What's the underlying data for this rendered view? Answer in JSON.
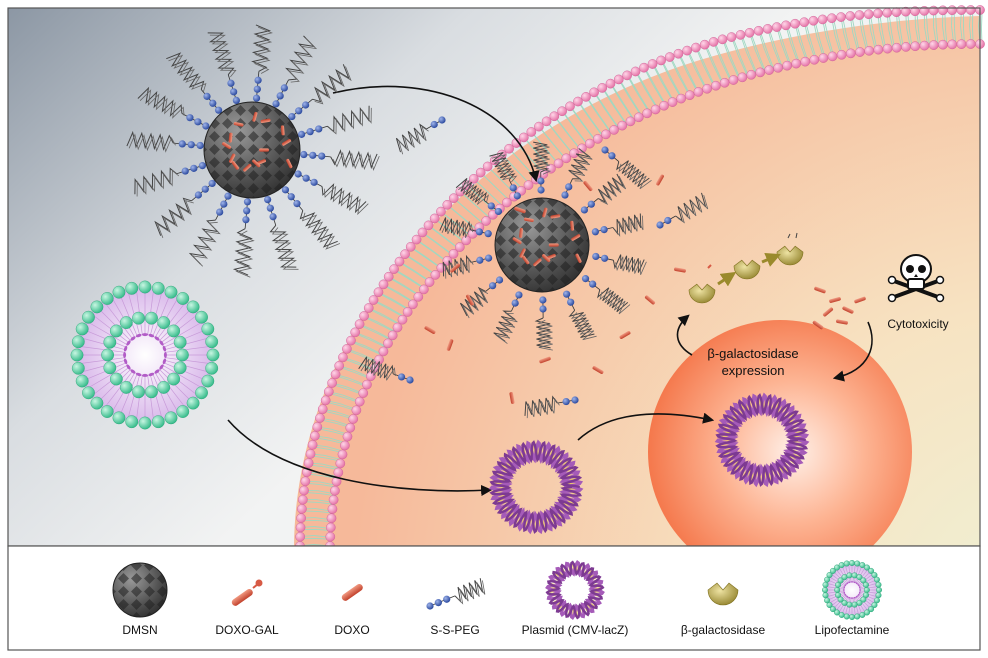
{
  "labels": {
    "beta_gal_expression_line1": "β-galactosidase",
    "beta_gal_expression_line2": "expression",
    "cytotoxicity": "Cytotoxicity"
  },
  "legend": {
    "items": [
      {
        "key": "dmsn",
        "label": "DMSN",
        "icon": "dmsn-icon"
      },
      {
        "key": "doxo_gal",
        "label": "DOXO-GAL",
        "icon": "doxo-gal-icon"
      },
      {
        "key": "doxo",
        "label": "DOXO",
        "icon": "doxo-icon"
      },
      {
        "key": "ss_peg",
        "label": "S-S-PEG",
        "icon": "ss-peg-icon"
      },
      {
        "key": "plasmid",
        "label": "Plasmid (CMV-lacZ)",
        "icon": "plasmid-icon"
      },
      {
        "key": "beta_gal",
        "label": "β-galactosidase",
        "icon": "beta-galactosidase-icon"
      },
      {
        "key": "lipofectamine",
        "label": "Lipofectamine",
        "icon": "lipofectamine-icon"
      }
    ]
  },
  "colors": {
    "membrane_bead": "#f48bb9",
    "membrane_tail": "#9fd8c2",
    "nucleus": "#f57a4f",
    "doxo": "#d75a45",
    "peg_bead": "#3a5fb8",
    "plasmid": "#a55bb8",
    "lipo_bead": "#55d6a7",
    "enzyme": "#a89a40"
  }
}
